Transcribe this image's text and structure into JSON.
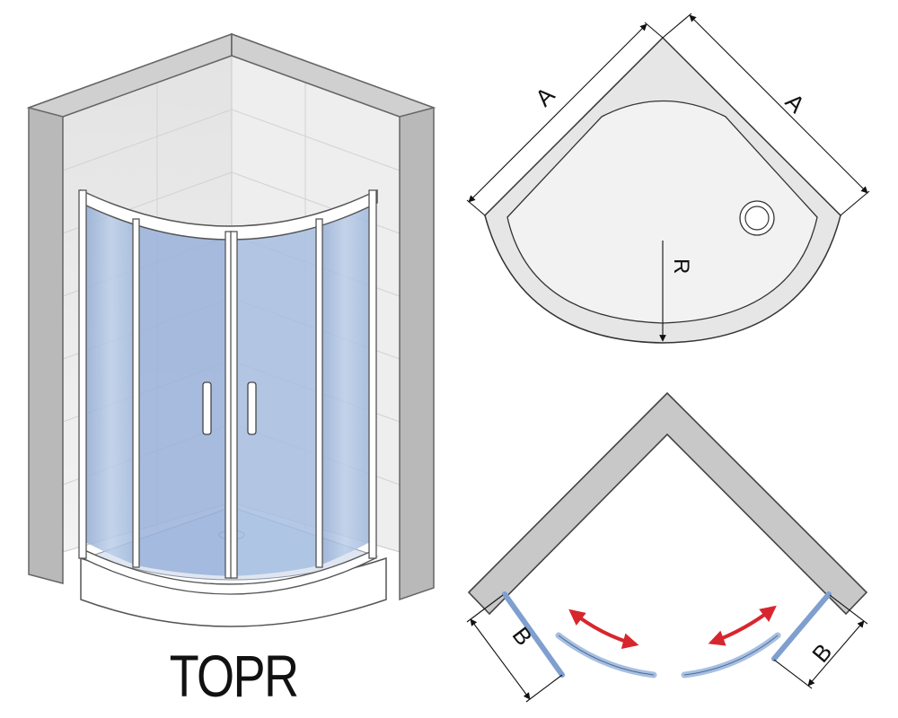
{
  "model_name": "TOPR",
  "labels": {
    "side_length": "A",
    "radius": "R",
    "door_width": "B"
  },
  "colors": {
    "wall": "#bdbdbd",
    "wall_face": "#d6d6d6",
    "glass": "#a9c0e0",
    "glass_panel": "#8fb0d8",
    "tray": "#ffffff",
    "tray_inner": "#ededed",
    "arrow": "#d8262e",
    "line": "#222222"
  },
  "icons": {
    "swing_arrow": "double-headed-arrow",
    "drain": "drain-circle-icon"
  }
}
